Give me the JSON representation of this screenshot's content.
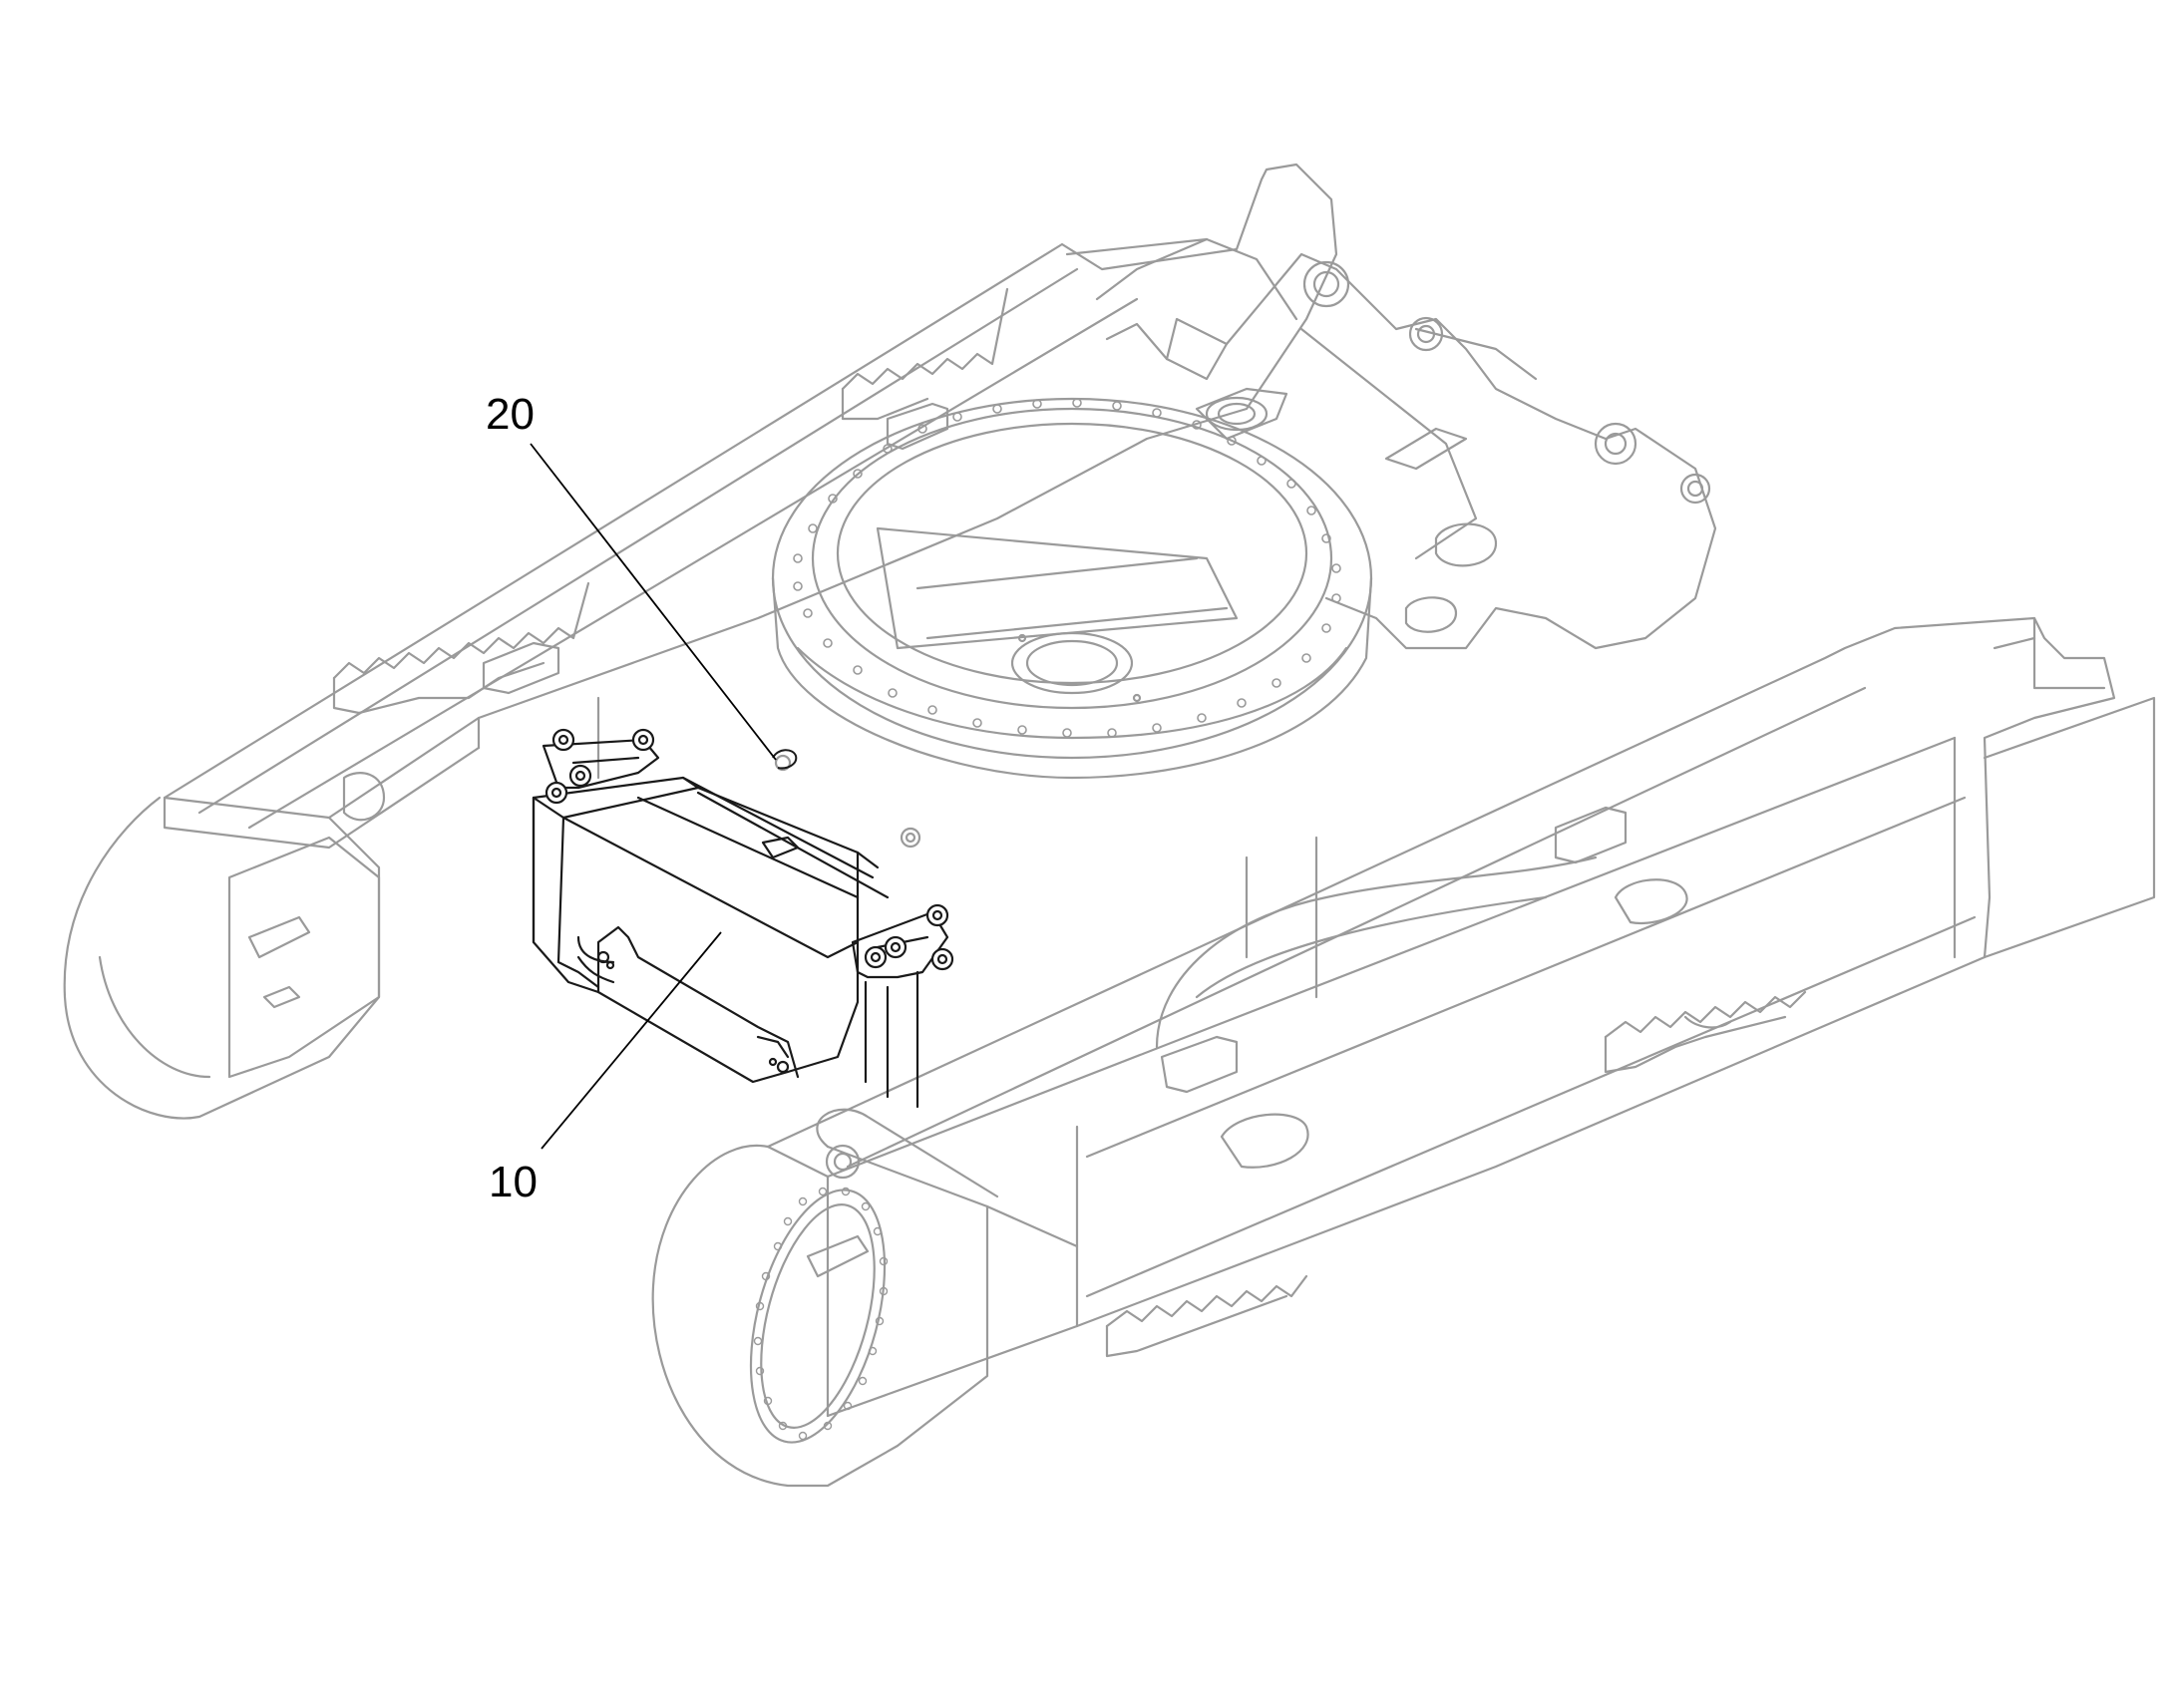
{
  "callouts": [
    {
      "id": "callout-20",
      "label": "20"
    },
    {
      "id": "callout-10",
      "label": "10"
    }
  ],
  "colors": {
    "frame_line": "#9a9a9a",
    "highlight_line": "#1a1a1a",
    "leader_line": "#000000",
    "background": "#ffffff"
  }
}
